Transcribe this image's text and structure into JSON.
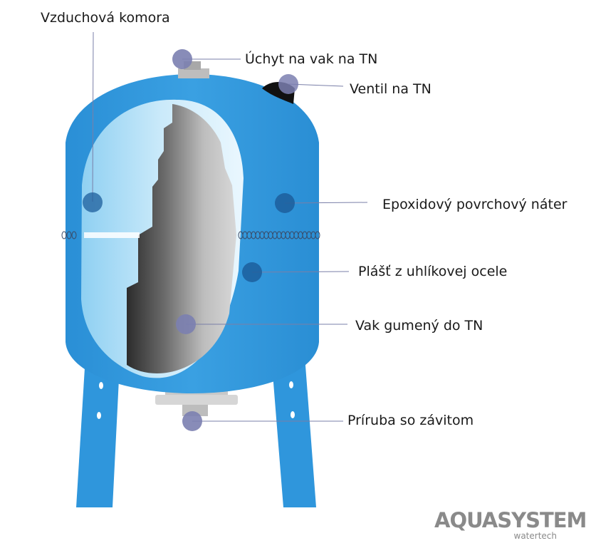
{
  "labels": {
    "air_chamber": "Vzduchová komora",
    "bag_mount": "Úchyt na vak na TN",
    "valve": "Ventil na TN",
    "epoxy_coating": "Epoxidový povrchový náter",
    "steel_shell": "Plášť z uhlíkovej ocele",
    "rubber_bag": "Vak gumený do TN",
    "threaded_flange": "Príruba so závitom"
  },
  "logo": {
    "brand": "AQUASYSTEM",
    "sub": "watertech"
  },
  "colors": {
    "tank_blue": "#2f96dc",
    "tank_blue_dark": "#1f7fc4",
    "marker_fill": "#7b7fb0",
    "marker_dark": "#1c5e9c",
    "leader_line": "#7a7fa8",
    "logo_gray": "#8a8a8a"
  }
}
